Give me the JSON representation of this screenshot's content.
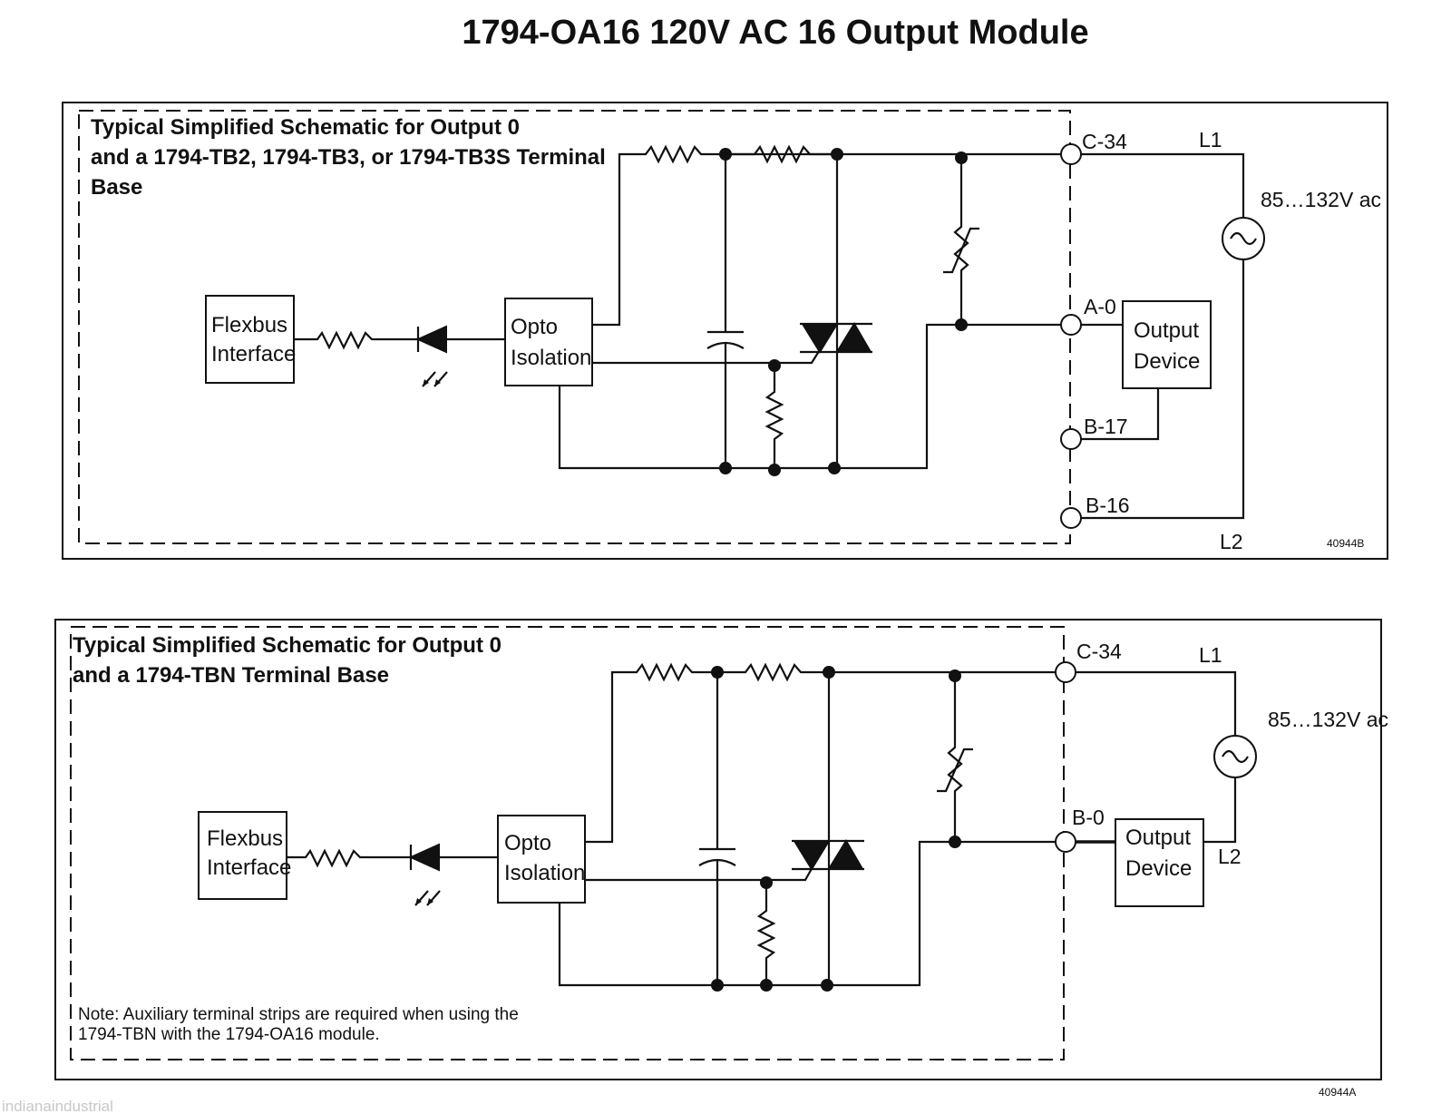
{
  "page": {
    "title": "1794-OA16 120V AC  16 Output Module",
    "watermark": "indianaindustrial"
  },
  "top": {
    "heading_lines": [
      "Typical Simplified Schematic for Output 0",
      "and a 1794-TB2, 1794-TB3, or 1794-TB3S Terminal",
      "Base"
    ],
    "flexbus_lines": [
      "Flexbus",
      "Interface"
    ],
    "opto_lines": [
      "Opto",
      "Isolation"
    ],
    "output_lines": [
      "Output",
      "Device"
    ],
    "terminals": [
      "C-34",
      "A-0",
      "B-17",
      "B-16"
    ],
    "line1": "L1",
    "line2": "L2",
    "supply": "85…132V ac",
    "figure_id": "40944B"
  },
  "bottom": {
    "heading_lines": [
      "Typical Simplified Schematic for Output 0",
      "and a 1794-TBN Terminal Base"
    ],
    "flexbus_lines": [
      "Flexbus",
      "Interface"
    ],
    "opto_lines": [
      "Opto",
      "Isolation"
    ],
    "output_lines": [
      "Output",
      "Device"
    ],
    "terminals": [
      "C-34",
      "B-0"
    ],
    "line1": "L1",
    "line2": "L2",
    "supply": "85…132V ac",
    "note_lines": [
      "Note: Auxiliary terminal strips are required when using the",
      "1794-TBN with the 1794-OA16 module."
    ],
    "figure_id": "40944A"
  }
}
